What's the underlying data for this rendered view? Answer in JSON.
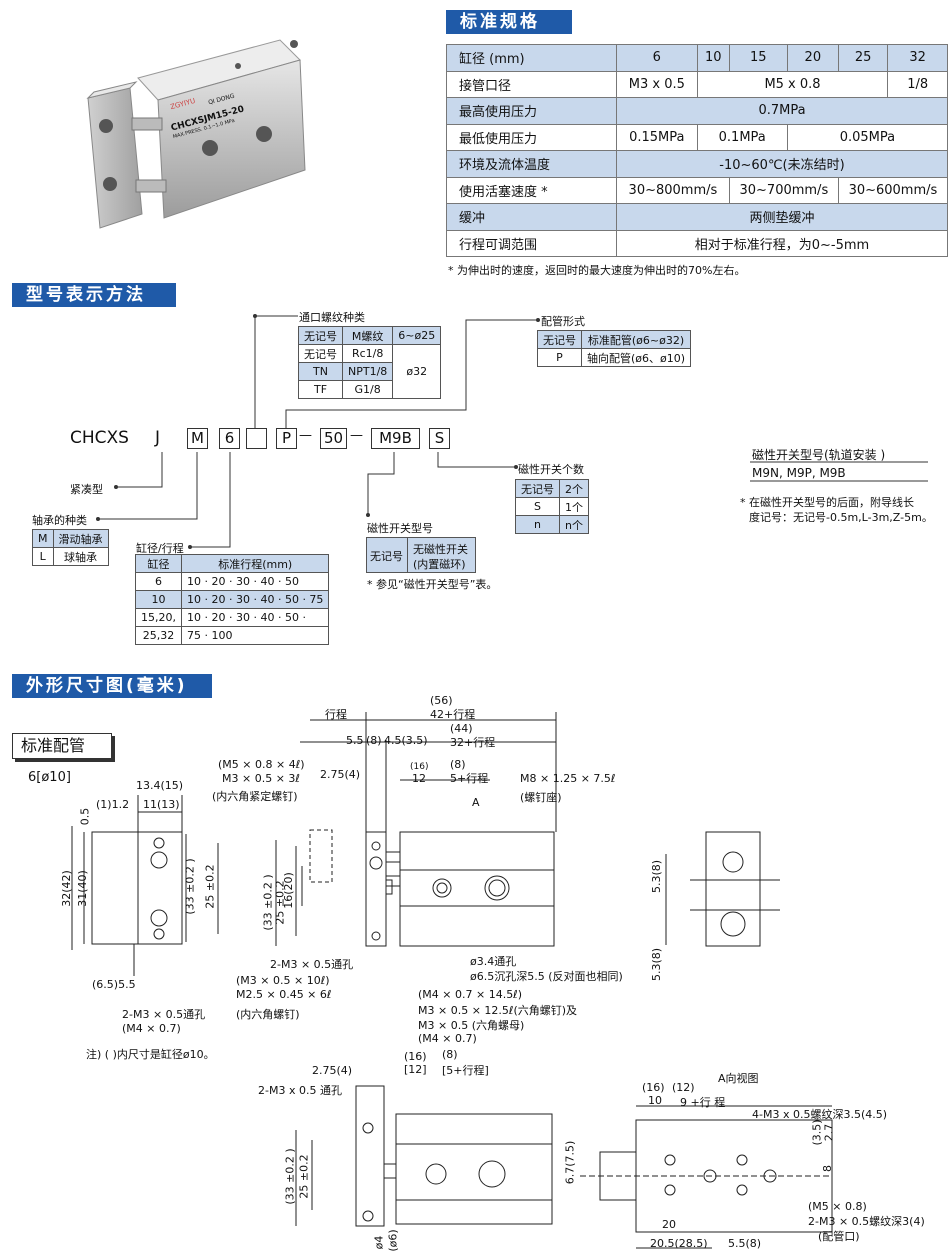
{
  "spec": {
    "title": "标准规格",
    "rows": [
      {
        "label": "缸径 (mm)",
        "cells": [
          "6",
          "10",
          "15",
          "20",
          "25",
          "32"
        ]
      },
      {
        "label": "接管口径",
        "cells": [
          "M3 x 0.5",
          "M5 x 0.8",
          "1/8"
        ]
      },
      {
        "label": "最高使用压力",
        "cells": [
          "0.7MPa"
        ]
      },
      {
        "label": "最低使用压力",
        "cells": [
          "0.15MPa",
          "0.1MPa",
          "0.05MPa"
        ]
      },
      {
        "label": "环境及流体温度",
        "cells": [
          "-10~60℃(未冻结时)"
        ]
      },
      {
        "label": "使用活塞速度 *",
        "cells": [
          "30~800mm/s",
          "30~700mm/s",
          "30~600mm/s"
        ]
      },
      {
        "label": "缓冲",
        "cells": [
          "两侧垫缓冲"
        ]
      },
      {
        "label": "行程可调范围",
        "cells": [
          "相对于标准行程，为0~-5mm"
        ]
      }
    ],
    "note": "* 为伸出时的速度，返回时的最大速度为伸出时的70%左右。"
  },
  "product": {
    "brand": "ZGYIYU",
    "model": "CHCXSJM15-20",
    "sub": "QI DONG",
    "press": "MAX.PRESS. 0.1~1.0 MPa"
  },
  "model": {
    "title": "型号表示方法",
    "parts": [
      "CHCXS",
      "J",
      "M",
      "6",
      "P",
      "50",
      "M9B",
      "S"
    ],
    "dash": "—",
    "port_thread": {
      "title": "通口螺纹种类",
      "rows": [
        [
          "无记号",
          "M螺纹",
          "6~ø25"
        ],
        [
          "无记号",
          "Rc1/8",
          "ø32"
        ],
        [
          "TN",
          "NPT1/8",
          ""
        ],
        [
          "TF",
          "G1/8",
          ""
        ]
      ]
    },
    "piping": {
      "title": "配管形式",
      "rows": [
        [
          "无记号",
          "标准配管(ø6~ø32)"
        ],
        [
          "P",
          "轴向配管(ø6、ø10)"
        ]
      ]
    },
    "compact": "紧凑型",
    "bearing": {
      "title": "轴承的种类",
      "rows": [
        [
          "M",
          "滑动轴承"
        ],
        [
          "L",
          "球轴承"
        ]
      ]
    },
    "bore": {
      "title": "缸径/行程",
      "header": [
        "缸径",
        "标准行程(mm)"
      ],
      "rows": [
        [
          "6",
          "10 · 20 · 30 · 40 · 50"
        ],
        [
          "10",
          "10 · 20 · 30 · 40 · 50 · 75"
        ],
        [
          "15,20,",
          "10 · 20 · 30 · 40 · 50 ·"
        ],
        [
          "25,32",
          "75 · 100"
        ]
      ]
    },
    "switch": {
      "title": "磁性开关型号",
      "c1": "无记号",
      "c2a": "无磁性开关",
      "c2b": "(内置磁环)",
      "note": "* 参见“磁性开关型号”表。"
    },
    "count": {
      "title": "磁性开关个数",
      "rows": [
        [
          "无记号",
          "2个"
        ],
        [
          "S",
          "1个"
        ],
        [
          "n",
          "n个"
        ]
      ]
    },
    "rail": {
      "title": "磁性开关型号(轨道安装 )",
      "models": "M9N, M9P, M9B",
      "note1": "* 在磁性开关型号的后面，附导线长",
      "note2": "度记号：无记号-0.5m,L-3m,Z-5m。"
    }
  },
  "dims": {
    "title": "外形尺寸图(毫米)",
    "std": "标准配管",
    "size": "6[ø10]",
    "footnote": "注) ( )内尺寸是缸径ø10。",
    "labels": {
      "d134": "13.4(15)",
      "d1": "(1)1.2",
      "d11": "11(13)",
      "d05": "0.5",
      "d32": "32(42)",
      "d31": "31(40)",
      "d33": "(33 ±0.2 )",
      "d25": "25 ±0.2",
      "d65": "(6.5)5.5",
      "m3hole": "2-M3 × 0.5通孔",
      "m4": "(M4 × 0.7)",
      "d56": "(56)",
      "d42": "42+行程",
      "stroke": "行程",
      "d55": "5.5",
      "d8": "(8)",
      "d45": "4.5(3.5)",
      "d44": "(44)",
      "d32s": "32+行程",
      "m5a": "(M5 × 0.8 × 4ℓ)",
      "m5b": "M3 × 0.5 × 3ℓ",
      "m5c": "(内六角紧定螺钉)",
      "d275": "2.75(4)",
      "d16": "(16)",
      "d12": "12",
      "d8b": "(8)",
      "d5s": "5+行程",
      "m8a": "M8 × 1.25 × 7.5ℓ",
      "m8b": "(螺钉座)",
      "arrowA": "A",
      "d33b": "(33 ±0.2 )",
      "d25b": "25 ±0.2",
      "d16b": "16(20)",
      "m3thru": "2-M3 × 0.5通孔",
      "m3bolt": "(M3 × 0.5 × 10ℓ)",
      "m25": "M2.5 × 0.45 × 6ℓ",
      "hex": "(内六角螺钉)",
      "d34": "ø3.4通孔",
      "d65c": "ø6.5沉孔深5.5 (反对面也相同)",
      "m4a": "(M4 × 0.7 × 14.5ℓ)",
      "m4b": "M3 × 0.5 × 12.5ℓ(六角螺钉)及",
      "m4c": "M3 × 0.5 (六角螺母)",
      "m4d": "(M4 × 0.7)",
      "d53a": "5.3(8)",
      "d53b": "5.3(8)",
      "b275": "2.75(4)",
      "b16": "(16)",
      "b12": "[12]",
      "b8": "(8)",
      "b5": "[5+行程]",
      "bm3": "2-M3 x 0.5 通孔",
      "b33": "(33 ±0.2 )",
      "b25": "25 ±0.2",
      "b4": "ø4",
      "b6": "(ø6)",
      "aview": "A向视图",
      "a16": "(16)",
      "a12": "(12)",
      "a10": "10",
      "a9": "9 +行 程",
      "a4m3": "4-M3 x 0.5螺纹深3.5(4.5)",
      "a35": "(3.5)",
      "a27": "2.7",
      "a675": "6.7(7.5)",
      "a8": "8",
      "a20": "20",
      "a205": "20.5(28.5)",
      "a55": "5.5(8)",
      "am5": "(M5 × 0.8)",
      "am3": "2-M3 × 0.5螺纹深3(4)",
      "apipe": "(配管口)"
    }
  }
}
